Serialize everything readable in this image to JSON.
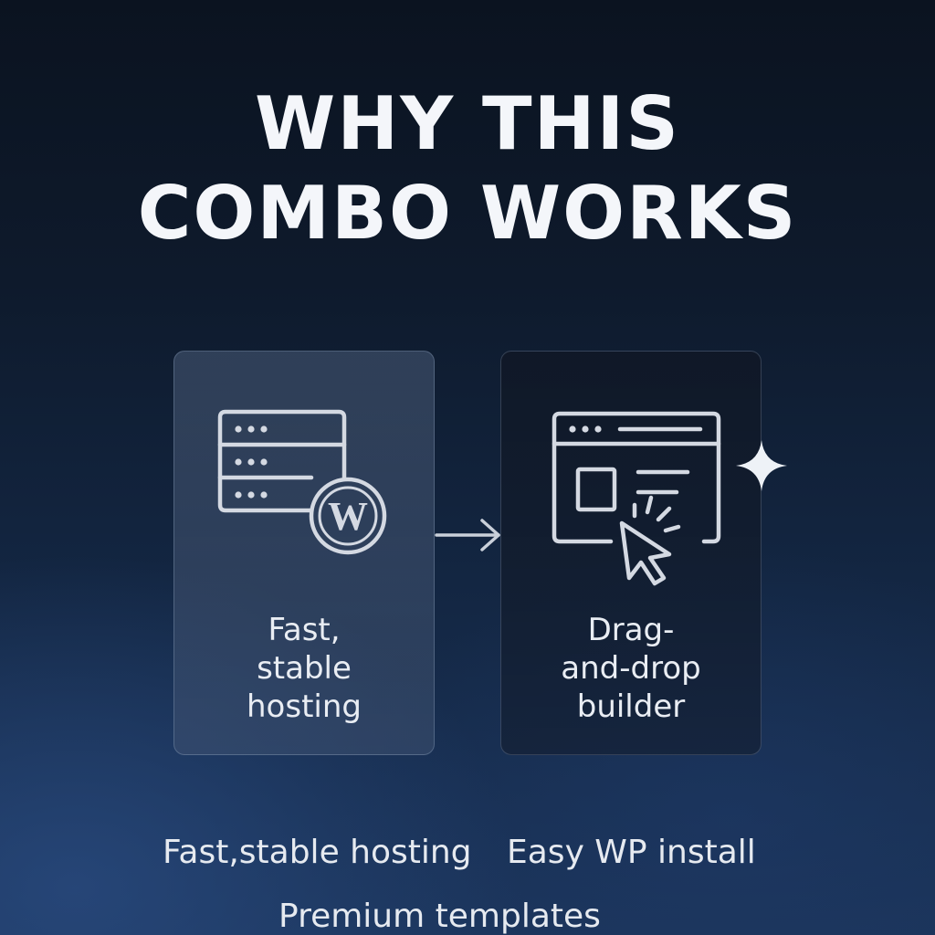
{
  "headline": {
    "line1": "WHY THIS",
    "line2": "COMBO WORKS"
  },
  "cards": [
    {
      "label": "Fast,\nstable\nhosting",
      "icon": "server-wordpress-icon"
    },
    {
      "label": "Drag-\nand-drop\nbuilder",
      "icon": "browser-cursor-icon"
    }
  ],
  "connector_icon": "arrow-right-icon",
  "decoration_icon": "sparkle-icon",
  "features": [
    "Fast,stable hosting",
    "Easy WP install",
    "Premium templates"
  ],
  "colors": {
    "background_top": "#0b1320",
    "background_bottom": "#1b345a",
    "text": "#f2f4f8",
    "icon_stroke": "#d4d9e2"
  }
}
